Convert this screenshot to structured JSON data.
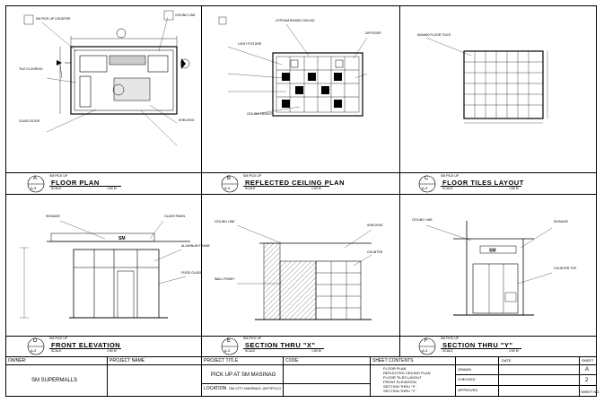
{
  "panels": [
    {
      "id": "A",
      "number": "A-3",
      "title": "FLOOR PLAN",
      "tag": "SM PICK UP",
      "scale_label": "SCALE",
      "scale": "1:50 M"
    },
    {
      "id": "B",
      "number": "A-3",
      "title": "REFLECTED CEILING PLAN",
      "tag": "SM PICK UP",
      "scale_label": "SCALE",
      "scale": "1:50 M"
    },
    {
      "id": "C",
      "number": "A-3",
      "title": "FLOOR TILES LAYOUT",
      "tag": "SM PICK UP",
      "scale_label": "SCALE",
      "scale": "1:50 M"
    },
    {
      "id": "D",
      "number": "A-3",
      "title": "FRONT ELEVATION",
      "tag": "SM PICK UP",
      "scale_label": "SCALE",
      "scale": "1:50 M"
    },
    {
      "id": "E",
      "number": "A-3",
      "title": "SECTION THRU \"X\"",
      "tag": "SM PICK UP",
      "scale_label": "SCALE",
      "scale": "1:50 M"
    },
    {
      "id": "F",
      "number": "A-3",
      "title": "SECTION THRU \"Y\"",
      "tag": "SM PICK UP",
      "scale_label": "SCALE",
      "scale": "1:50 M"
    }
  ],
  "title_block": {
    "owner_label": "OWNER:",
    "owner": "SM SUPERMALLS",
    "project_label": "PROJECT NAME",
    "project_title_label": "PROJECT TITLE",
    "project_title": "PICK UP AT SM MASINAG",
    "location_label": "LOCATION",
    "location": "SM CITY MASINAG, ANTIPOLO",
    "code_label": "CODE",
    "sheet_contents_label": "SHEET CONTENTS",
    "sheet_contents": [
      "FLOOR PLAN",
      "REFLECTED CEILING PLAN",
      "FLOOR TILES LAYOUT",
      "FRONT ELEVATION",
      "SECTION THRU \"X\"",
      "SECTION THRU \"Y\""
    ],
    "drawn_label": "DRAWN",
    "checked_label": "CHECKED",
    "approved_label": "APPROVED",
    "date_label": "DATE",
    "sheet_label": "SHEET",
    "sheet_letter": "A",
    "sheet_number": "2",
    "sheet_total_label": "SHEET NO."
  },
  "notes": {
    "floor_plan": [
      "SM PICK UP COUNTER",
      "CEILING LINE",
      "TILE FLOORING",
      "GLASS DOOR",
      "SHELVING"
    ],
    "ceiling": [
      "LIGHT FIXTURE",
      "GYPSUM BOARD CEILING",
      "DIFFUSER",
      "CEILING HEIGHT"
    ],
    "tiles": [
      "600x600 FLOOR TILES"
    ],
    "front": [
      "SIGNAGE",
      "GLASS PANEL",
      "ALUMINUM FRAME",
      "FIXED GLASS"
    ],
    "section_x": [
      "CEILING LINE",
      "SHELVING",
      "COUNTER",
      "WALL FINISH"
    ],
    "section_y": [
      "CEILING LINE",
      "SIGNAGE",
      "COUNTER TOP"
    ]
  }
}
